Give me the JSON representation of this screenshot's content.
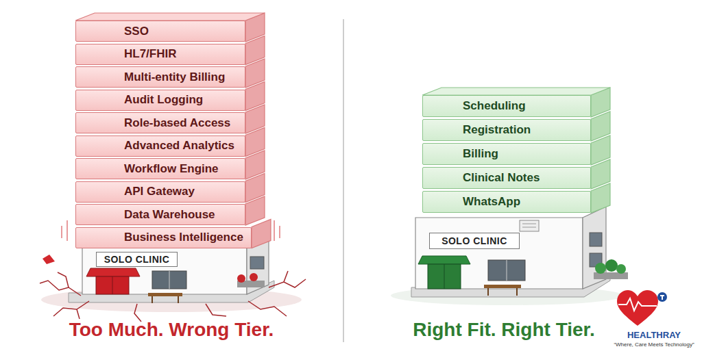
{
  "diagram": {
    "nodes": [
      {
        "text": [
          "SSO"
        ]
      },
      {
        "text": [
          "HL7/FHIR"
        ]
      },
      {
        "text": [
          "Multi-entity Billing"
        ]
      },
      {
        "text": [
          "Audit Logging"
        ]
      },
      {
        "text": [
          "Role-based Access"
        ]
      },
      {
        "text": [
          "Advanced Analytics"
        ]
      },
      {
        "text": [
          "Workflow Engine"
        ]
      },
      {
        "text": [
          "API Gateway"
        ]
      },
      {
        "text": [
          "Data Warehouse"
        ]
      },
      {
        "text": [
          "Business Intelligence"
        ]
      },
      {
        "text": [
          "SOLO CLINIC"
        ]
      },
      {
        "text": [
          "Scheduling"
        ]
      },
      {
        "text": [
          "Registration"
        ]
      },
      {
        "text": [
          "Billing"
        ]
      },
      {
        "text": [
          "Clinical Notes"
        ]
      },
      {
        "text": [
          "WhatsApp"
        ]
      },
      {
        "text": [
          "SOLO CLINIC"
        ]
      }
    ],
    "labels": [
      "Too Much. Wrong Tier.",
      "Right Fit. Right Tier.",
      "HEALTHRAY",
      "“Where, Care Meets Technology”"
    ]
  }
}
